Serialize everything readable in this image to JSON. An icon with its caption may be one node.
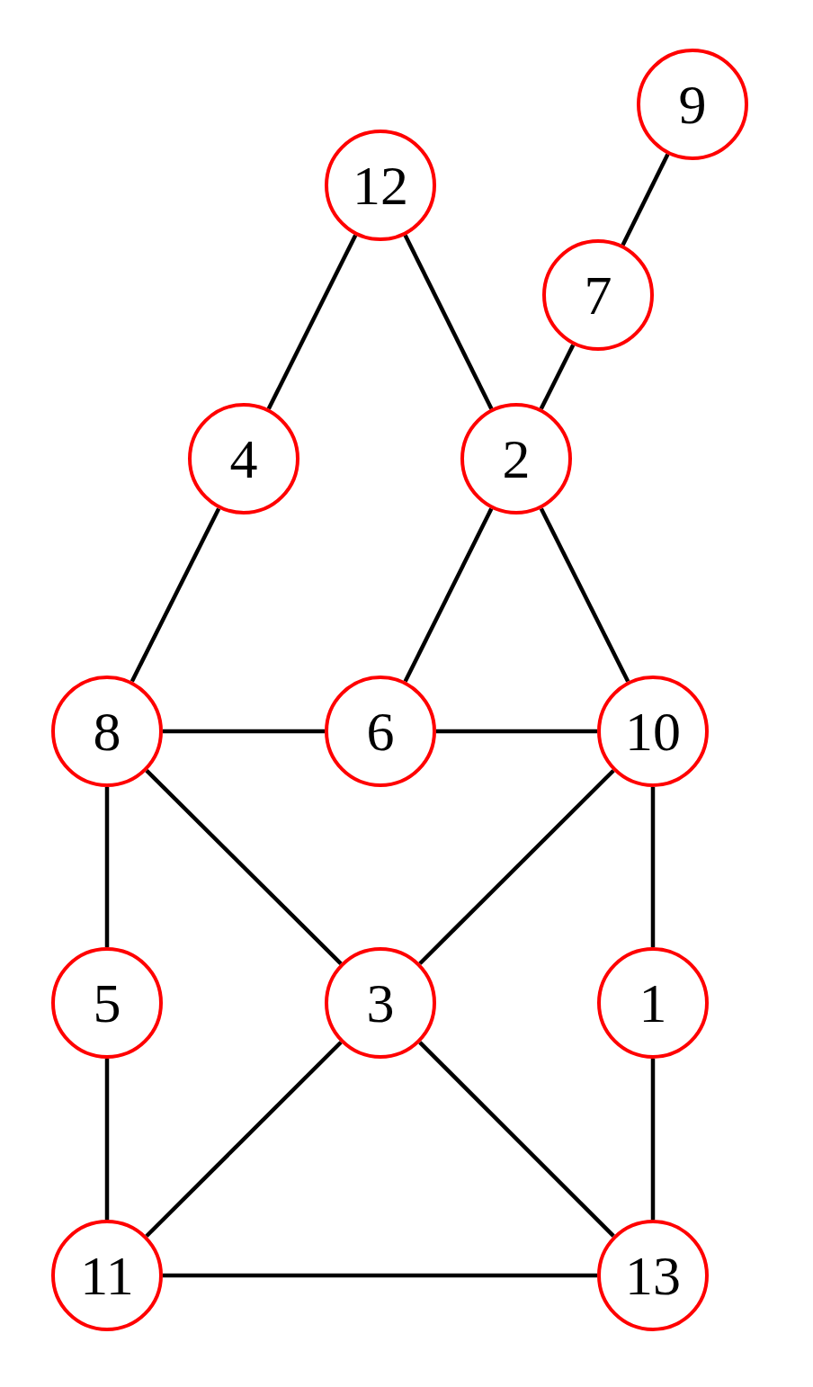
{
  "diagram": {
    "nodes": [
      {
        "text": [
          "9"
        ]
      },
      {
        "text": [
          "12"
        ]
      },
      {
        "text": [
          "7"
        ]
      },
      {
        "text": [
          "4"
        ]
      },
      {
        "text": [
          "2"
        ]
      },
      {
        "text": [
          "8"
        ]
      },
      {
        "text": [
          "6"
        ]
      },
      {
        "text": [
          "10"
        ]
      },
      {
        "text": [
          "5"
        ]
      },
      {
        "text": [
          "3"
        ]
      },
      {
        "text": [
          "1"
        ]
      },
      {
        "text": [
          "11"
        ]
      },
      {
        "text": [
          "13"
        ]
      }
    ],
    "edges": [
      {
        "from": 0,
        "to": 2,
        "arrow": "none"
      },
      {
        "from": 2,
        "to": 4,
        "arrow": "none"
      },
      {
        "from": 1,
        "to": 3,
        "arrow": "none"
      },
      {
        "from": 1,
        "to": 4,
        "arrow": "none"
      },
      {
        "from": 3,
        "to": 5,
        "arrow": "none"
      },
      {
        "from": 4,
        "to": 6,
        "arrow": "none"
      },
      {
        "from": 4,
        "to": 7,
        "arrow": "none"
      },
      {
        "from": 5,
        "to": 6,
        "arrow": "none"
      },
      {
        "from": 6,
        "to": 7,
        "arrow": "none"
      },
      {
        "from": 5,
        "to": 8,
        "arrow": "none"
      },
      {
        "from": 5,
        "to": 9,
        "arrow": "none"
      },
      {
        "from": 7,
        "to": 9,
        "arrow": "none"
      },
      {
        "from": 7,
        "to": 10,
        "arrow": "none"
      },
      {
        "from": 8,
        "to": 11,
        "arrow": "none"
      },
      {
        "from": 9,
        "to": 11,
        "arrow": "none"
      },
      {
        "from": 9,
        "to": 12,
        "arrow": "none"
      },
      {
        "from": 10,
        "to": 12,
        "arrow": "none"
      },
      {
        "from": 11,
        "to": 12,
        "arrow": "none"
      }
    ]
  }
}
